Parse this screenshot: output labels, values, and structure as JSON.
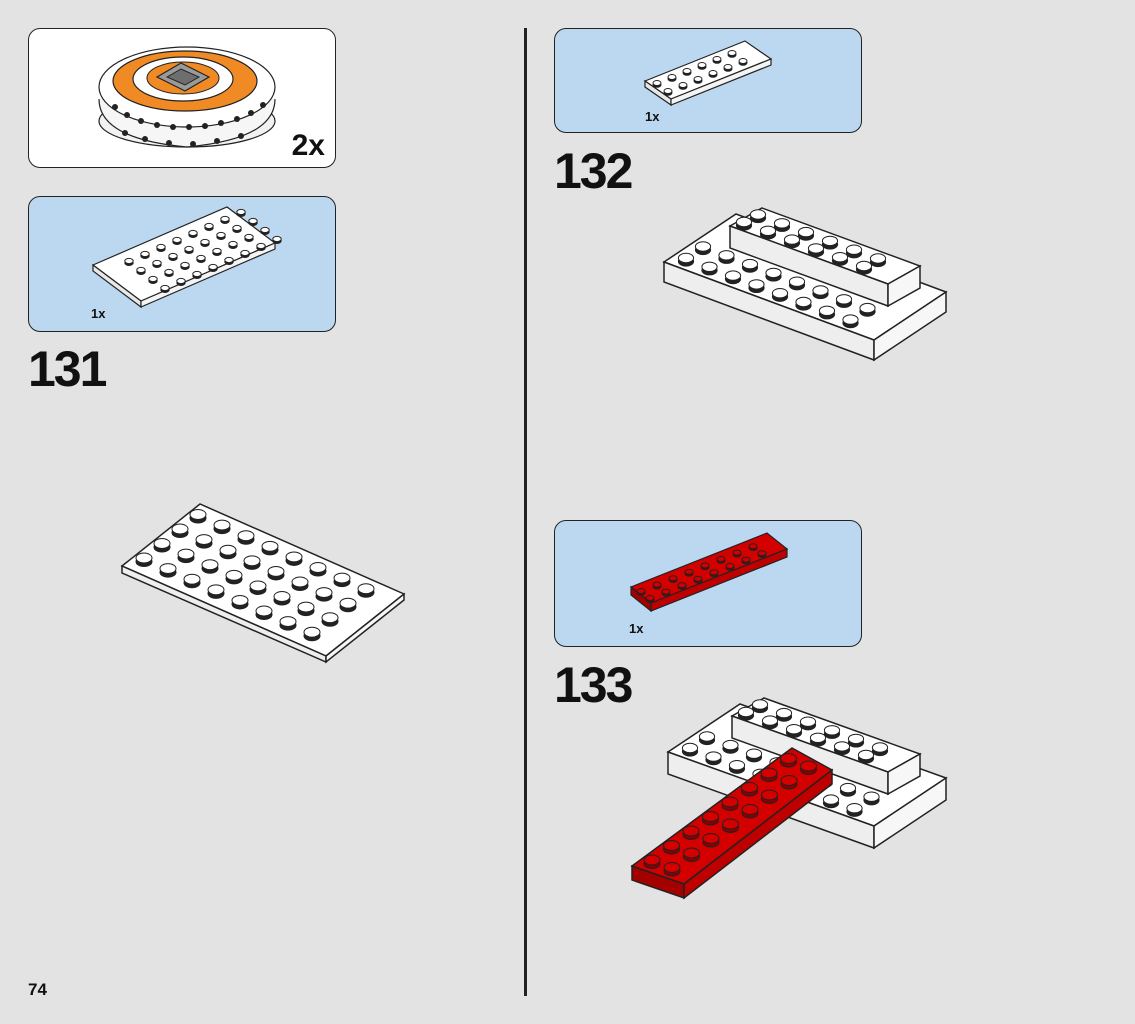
{
  "page": {
    "number": "74"
  },
  "callouts": [
    {
      "name": "subassembly-callout",
      "quantity": "2x",
      "part": "dome-subassembly"
    },
    {
      "name": "parts-callout-131",
      "quantity": "1x",
      "part": "plate-4x8-white"
    },
    {
      "name": "parts-callout-132",
      "quantity": "1x",
      "part": "plate-2x6-white"
    },
    {
      "name": "parts-callout-133",
      "quantity": "1x",
      "part": "plate-2x8-red"
    }
  ],
  "steps": [
    {
      "number": "131"
    },
    {
      "number": "132"
    },
    {
      "number": "133"
    }
  ],
  "colors": {
    "background": "#e3e3e3",
    "callout_blue": "#bcd8f0",
    "brick_white": "#ffffff",
    "brick_red": "#d40000",
    "brick_orange": "#f08a24",
    "brick_gray": "#8c8c8c"
  }
}
